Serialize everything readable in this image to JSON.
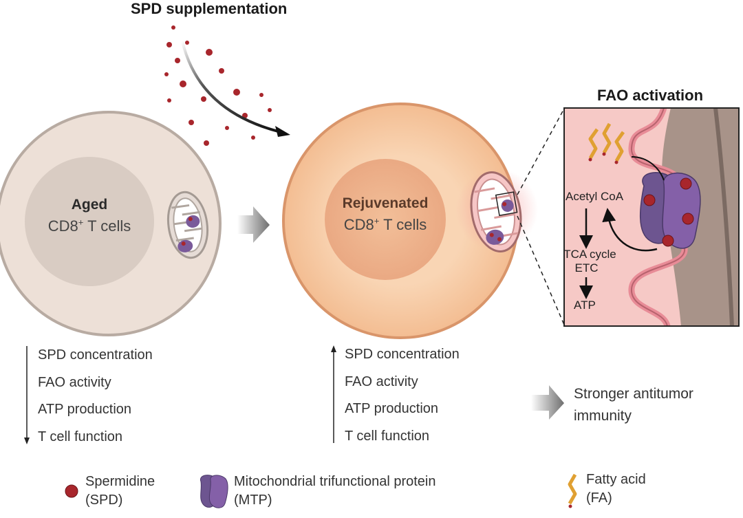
{
  "titles": {
    "spd_supplementation": "SPD  supplementation",
    "fao_activation": "FAO activation"
  },
  "cells": {
    "aged": {
      "name": "Aged",
      "type_prefix": "CD8",
      "superscript": "+",
      "type_suffix": " T cells"
    },
    "rejuvenated": {
      "name": "Rejuvenated",
      "type_prefix": "CD8",
      "superscript": "+",
      "type_suffix": " T cells"
    }
  },
  "inset": {
    "acetyl_coa": "Acetyl CoA",
    "tca_cycle": "TCA cycle",
    "etc": "ETC",
    "atp": "ATP"
  },
  "aged_list": {
    "direction": "down",
    "items": [
      "SPD concentration",
      "FAO activity",
      "ATP production",
      "T cell function"
    ]
  },
  "rejuvenated_list": {
    "direction": "up",
    "items": [
      "SPD concentration",
      "FAO activity",
      "ATP production",
      "T cell function"
    ]
  },
  "outcome": {
    "line1": "Stronger antitumor",
    "line2": "immunity"
  },
  "legend": {
    "spermidine": {
      "line1": "Spermidine",
      "line2": "(SPD)",
      "icon": "spermidine-dot-icon"
    },
    "mtp": {
      "line1": "Mitochondrial trifunctional protein",
      "line2": "(MTP)",
      "icon": "mtp-protein-icon"
    },
    "fatty_acid": {
      "line1": "Fatty acid",
      "line2": "(FA)",
      "icon": "fatty-acid-icon"
    }
  },
  "colors": {
    "aged_cell_fill": "#ede0d7",
    "aged_cell_border": "#b8aba2",
    "aged_nucleus": "#d9ccc3",
    "rejuvenated_cell_fill": "#f6c9a0",
    "rejuvenated_cell_border": "#d9956a",
    "rejuvenated_nucleus": "#efb58f",
    "spermidine": "#a8262c",
    "mtp": "#7a5a9a",
    "fatty_acid": "#e0a032",
    "mitochondrion_fill": "#f6c6c6",
    "inset_background": "#f6c9c6"
  }
}
